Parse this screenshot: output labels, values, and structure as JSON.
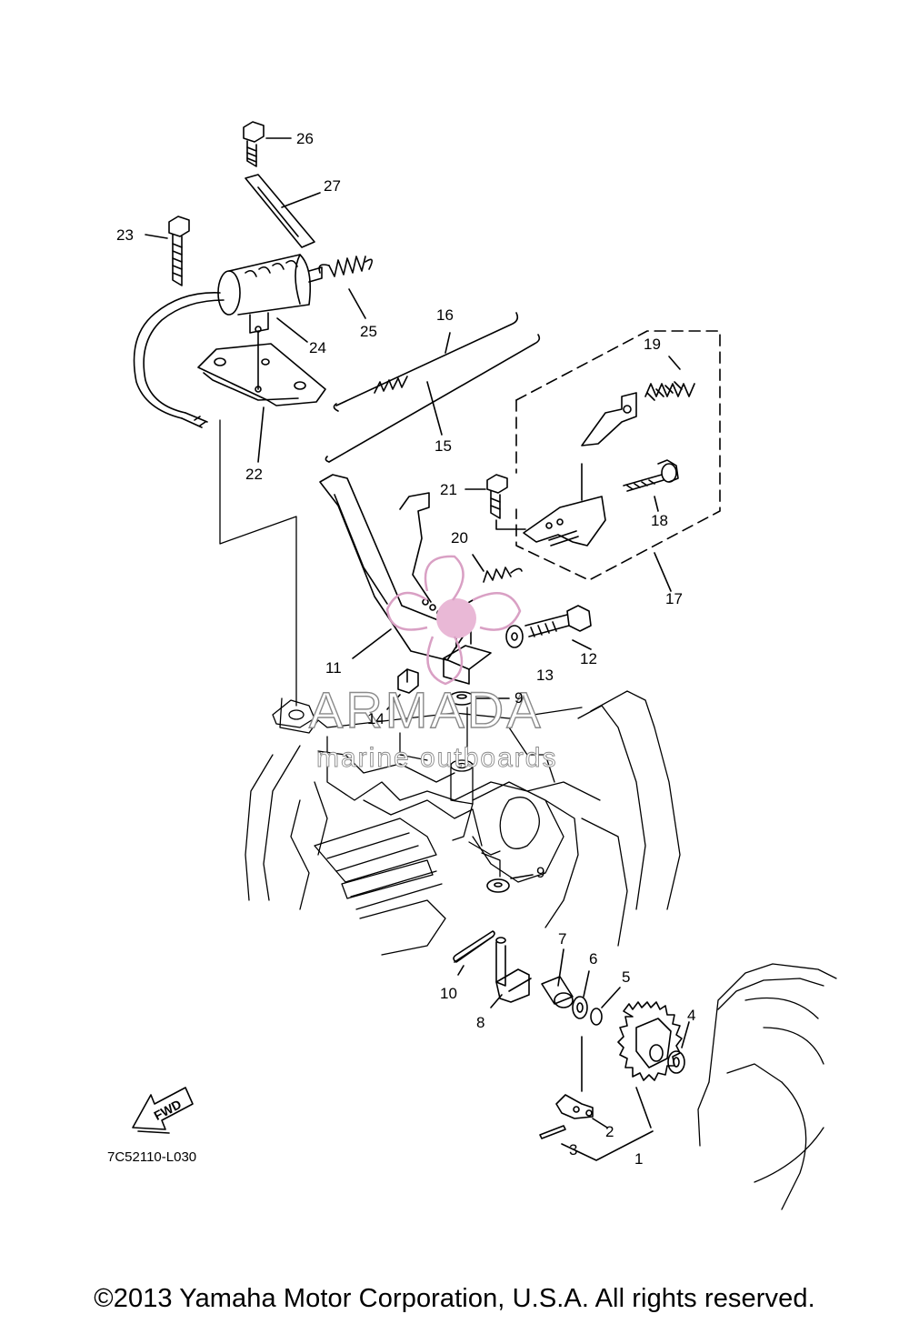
{
  "callouts": [
    "26",
    "27",
    "23",
    "25",
    "24",
    "16",
    "19",
    "22",
    "15",
    "21",
    "18",
    "20",
    "17",
    "11",
    "12",
    "13",
    "9",
    "14",
    "9",
    "7",
    "6",
    "10",
    "5",
    "8",
    "4",
    "2",
    "3",
    "1"
  ],
  "drawing_code": "7C52110-L030",
  "fwd_label": "FWD",
  "watermark": {
    "title": "ARMADA",
    "subtitle": "marine outboards",
    "accent_color": "#d9a0c4"
  },
  "copyright": "©2013 Yamaha Motor Corporation, U.S.A. All rights reserved."
}
